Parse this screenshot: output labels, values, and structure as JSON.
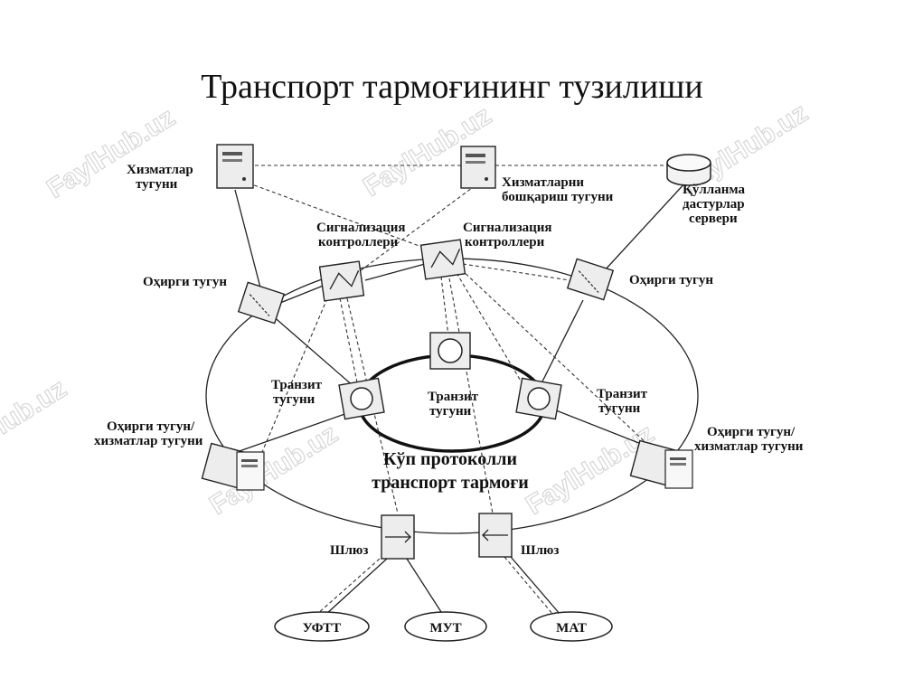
{
  "title": "Транспорт тармоғининг тузилиши",
  "watermark": "FaylHub.uz",
  "labels": {
    "services_node": [
      "Хизматлар",
      "тугуни"
    ],
    "services_mgmt_node": [
      "Хизматларни",
      "бошқариш тугуни"
    ],
    "app_server": [
      "Қўлланма",
      "дастурлар",
      "сервери"
    ],
    "signaling_controller_left": [
      "Сигнализация",
      "контроллери"
    ],
    "signaling_controller_right": [
      "Сигнализация",
      "контроллери"
    ],
    "edge_node_left": "Оҳирги тугун",
    "edge_node_right": "Оҳирги тугун",
    "transit_left": [
      "Транзит",
      "тугуни"
    ],
    "transit_center": [
      "Транзит",
      "тугуни"
    ],
    "transit_right": [
      "Транзит",
      "тугуни"
    ],
    "edge_services_left": [
      "Оҳирги тугун/",
      "хизматлар тугуни"
    ],
    "edge_services_right": [
      "Оҳирги тугун/",
      "хизматлар тугуни"
    ],
    "core_network": [
      "Кўп протоколли",
      "транспорт тармоғи"
    ],
    "gateway_left": "Шлюз",
    "gateway_right": "Шлюз",
    "net_pstn": "УФТТ",
    "net_mut": "МУТ",
    "net_mat": "МАТ"
  }
}
